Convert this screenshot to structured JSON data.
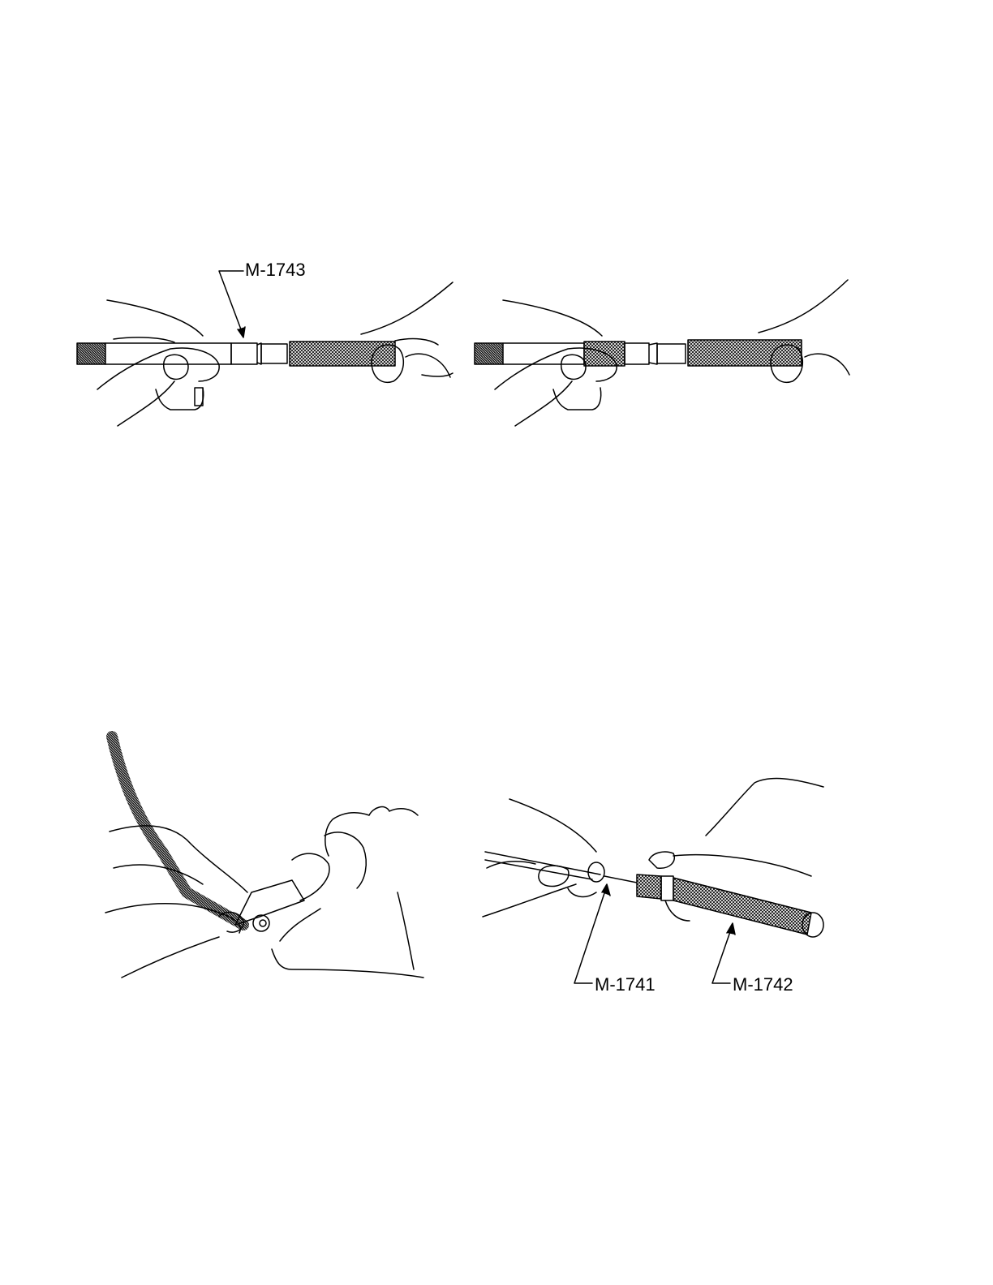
{
  "callouts": {
    "m1743": "M-1743",
    "m1741": "M-1741",
    "m1742": "M-1742"
  },
  "colors": {
    "ink": "#000000",
    "paper": "#ffffff"
  }
}
